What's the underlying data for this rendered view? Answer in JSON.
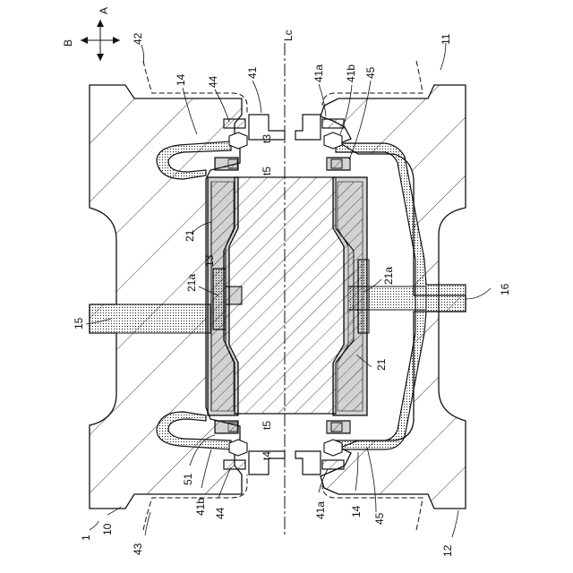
{
  "figure": {
    "labels": {
      "dir_a": "A",
      "dir_b": "B",
      "centerline": "Lc",
      "l42": "42",
      "l11": "11",
      "l14_top": "14",
      "l44_top": "44",
      "l41": "41",
      "l41a_top": "41a",
      "l41b_top": "41b",
      "l45_top": "45",
      "lt3": "t3",
      "lt5_top": "t5",
      "l21_left": "21",
      "l13": "13",
      "l21a_left": "21a",
      "l21a_right": "21a",
      "l16": "16",
      "l15": "15",
      "l21_right": "21",
      "lt5_bottom": "t5",
      "lt4": "t4",
      "l51": "51",
      "l41b_bottom": "41b",
      "l44_bottom": "44",
      "l41a_bottom": "41a",
      "l14_bottom": "14",
      "l45_bottom": "45",
      "l1": "1",
      "l10": "10",
      "l43": "43",
      "l12": "12"
    }
  }
}
